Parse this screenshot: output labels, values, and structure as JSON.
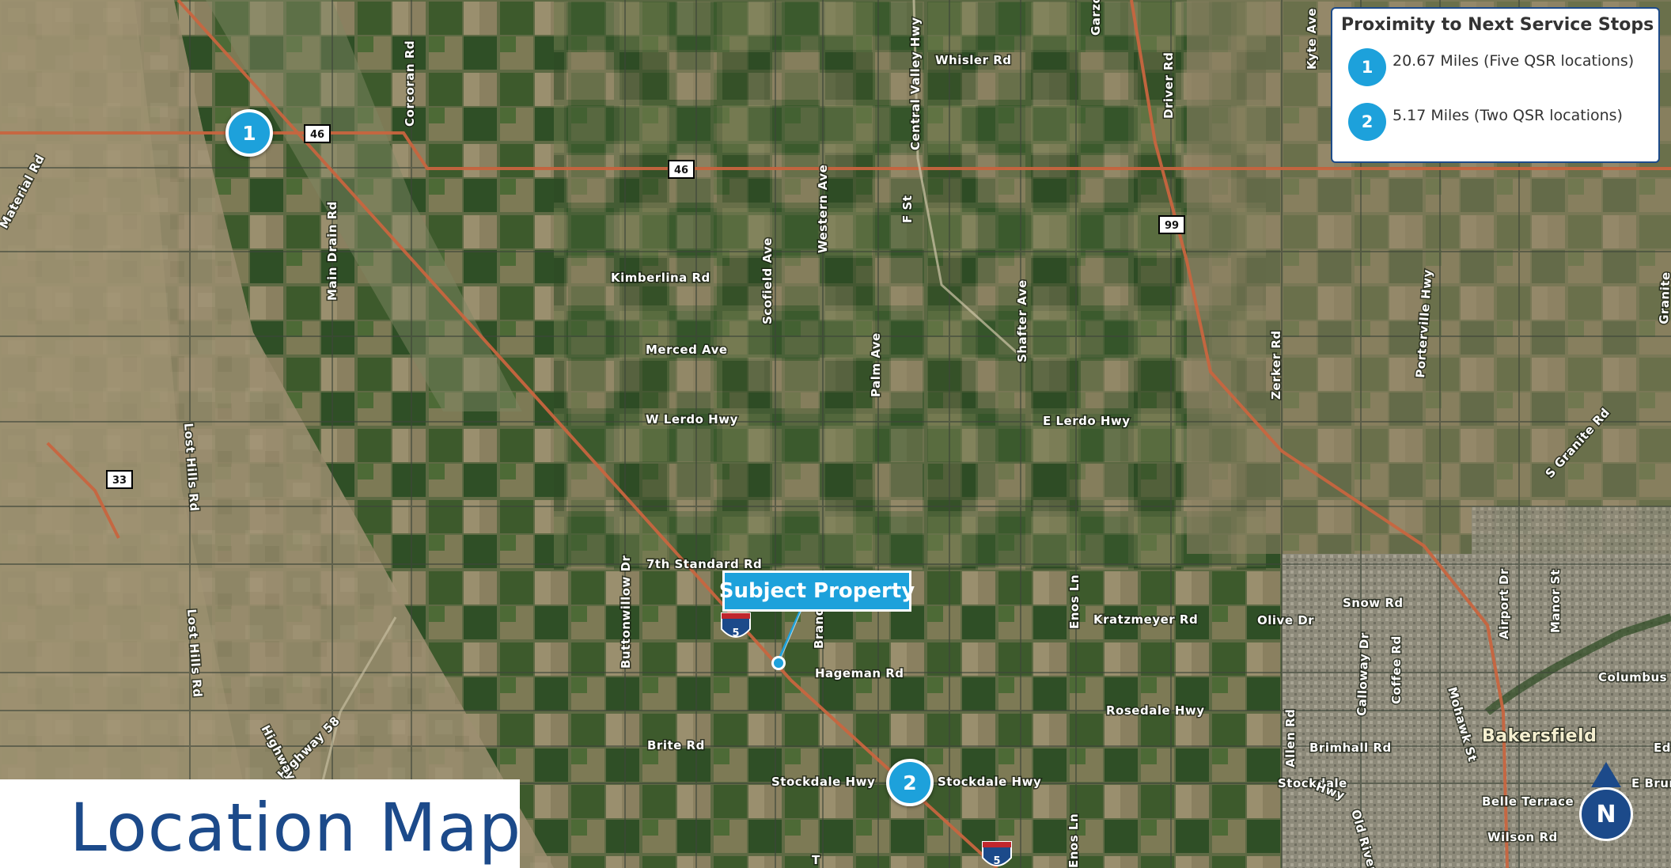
{
  "page": {
    "title": "Location Map"
  },
  "legend": {
    "title": "Proximity to Next Service Stops",
    "items": [
      {
        "number": "1",
        "text": "20.67 Miles (Five QSR locations)"
      },
      {
        "number": "2",
        "text": "5.17 Miles (Two QSR locations)"
      }
    ]
  },
  "markers": {
    "stop1": "1",
    "stop2": "2"
  },
  "subject": {
    "label": "Subject Property"
  },
  "north": {
    "label": "N"
  },
  "highways": {
    "h46a": "46",
    "h46b": "46",
    "h99": "99",
    "h33": "33",
    "i5a": "5",
    "i5b": "5"
  },
  "roads": {
    "whisler": "Whisler Rd",
    "corcoran": "Corcoran Rd",
    "central_valley": "Central Valley Hwy",
    "driver": "Driver Rd",
    "kyte": "Kyte Ave",
    "garzoli": "Garzo",
    "material": "Material Rd",
    "main_drain": "Main Drain Rd",
    "kimberlina": "Kimberlina Rd",
    "scofield": "Scofield Ave",
    "western": "Western Ave",
    "f_st": "F St",
    "shafter": "Shafter Ave",
    "merced": "Merced Ave",
    "palm": "Palm Ave",
    "zerker": "Zerker Rd",
    "w_lerdo": "W Lerdo Hwy",
    "e_lerdo": "E Lerdo Hwy",
    "porterville": "Porterville Hwy",
    "granite": "S Granite Rd",
    "granite_edge": "Granite",
    "lost_hills_1": "Lost Hills Rd",
    "lost_hills_2": "Lost Hills Rd",
    "seventh": "7th Standard Rd",
    "buttonwillow": "Buttonwillow Dr",
    "enos": "Enos Ln",
    "brand": "Brand",
    "kratzmeyer": "Kratzmeyer Rd",
    "olive": "Olive Dr",
    "snow": "Snow Rd",
    "airport": "Airport Dr",
    "manor": "Manor St",
    "hageman": "Hageman Rd",
    "calloway": "Calloway Dr",
    "coffee": "Coffee Rd",
    "columbus": "Columbus St",
    "rosedale": "Rosedale Hwy",
    "allen": "Allen Rd",
    "mohawk": "Mohawk St",
    "brimhall": "Brimhall Rd",
    "highway_58": "Highway 58",
    "highway_46": "Highway",
    "brite": "Brite Rd",
    "stockdale_1": "Stockdale Hwy",
    "stockdale_2": "Stockdale Hwy",
    "stockdale_3": "Stockdale",
    "hwy_suffix": "Hwy",
    "old_river": "Old River",
    "belle_terrace": "Belle Terrace",
    "wilson": "Wilson Rd",
    "brundage": "E Brundage",
    "edison": "Ed",
    "enos_2": "Enos Ln",
    "t_label": "T"
  },
  "city": "Bakersfield",
  "colors": {
    "accent": "#1da1db",
    "navy": "#1c4a8a",
    "highway": "#c8653f"
  }
}
